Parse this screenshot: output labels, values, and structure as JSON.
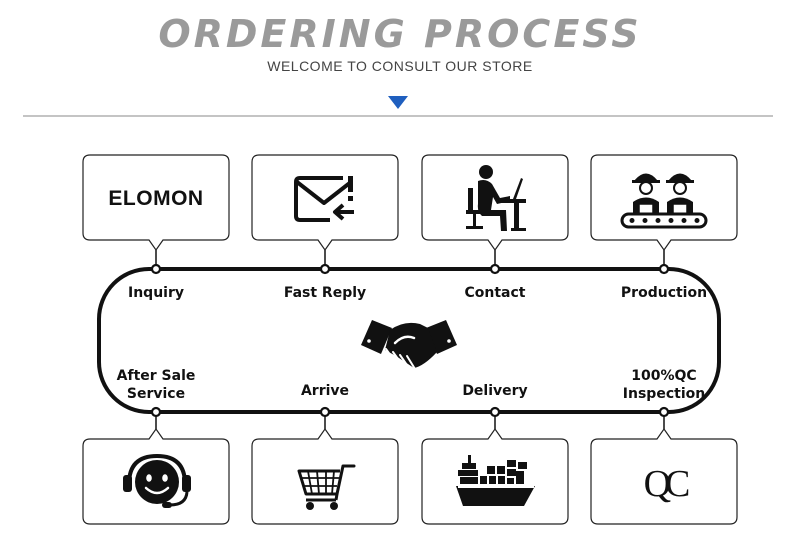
{
  "header": {
    "title": "ORDERING PROCESS",
    "subtitle": "WELCOME TO CONSULT OUR STORE",
    "accent_color": "#1f5fbf"
  },
  "brand_text": "ELOMON",
  "qc_text": "QC",
  "steps": [
    {
      "label": "Inquiry",
      "icon": "elomon-logo"
    },
    {
      "label": "Fast Reply",
      "icon": "mail-reply-icon"
    },
    {
      "label": "Contact",
      "icon": "person-at-desk-icon"
    },
    {
      "label": "Production",
      "icon": "factory-workers-icon"
    },
    {
      "label": "100%QC Inspection",
      "icon": "qc-icon"
    },
    {
      "label": "Delivery",
      "icon": "cargo-ship-icon"
    },
    {
      "label": "Arrive",
      "icon": "shopping-cart-icon"
    },
    {
      "label": "After Sale Service",
      "icon": "headset-support-icon"
    }
  ],
  "center_icon": "handshake-icon"
}
